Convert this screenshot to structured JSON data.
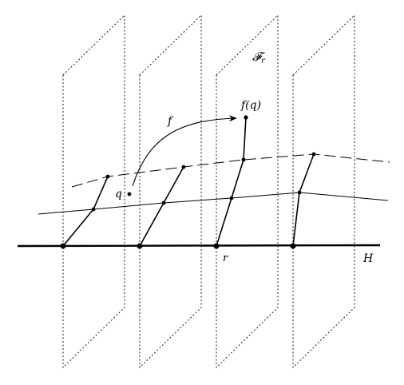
{
  "labels": {
    "fiber": "𝓕",
    "fiber_sub": "r",
    "map": "f",
    "image": "f(q)",
    "point": "q",
    "base_point": "r",
    "hyperplane": "H"
  }
}
